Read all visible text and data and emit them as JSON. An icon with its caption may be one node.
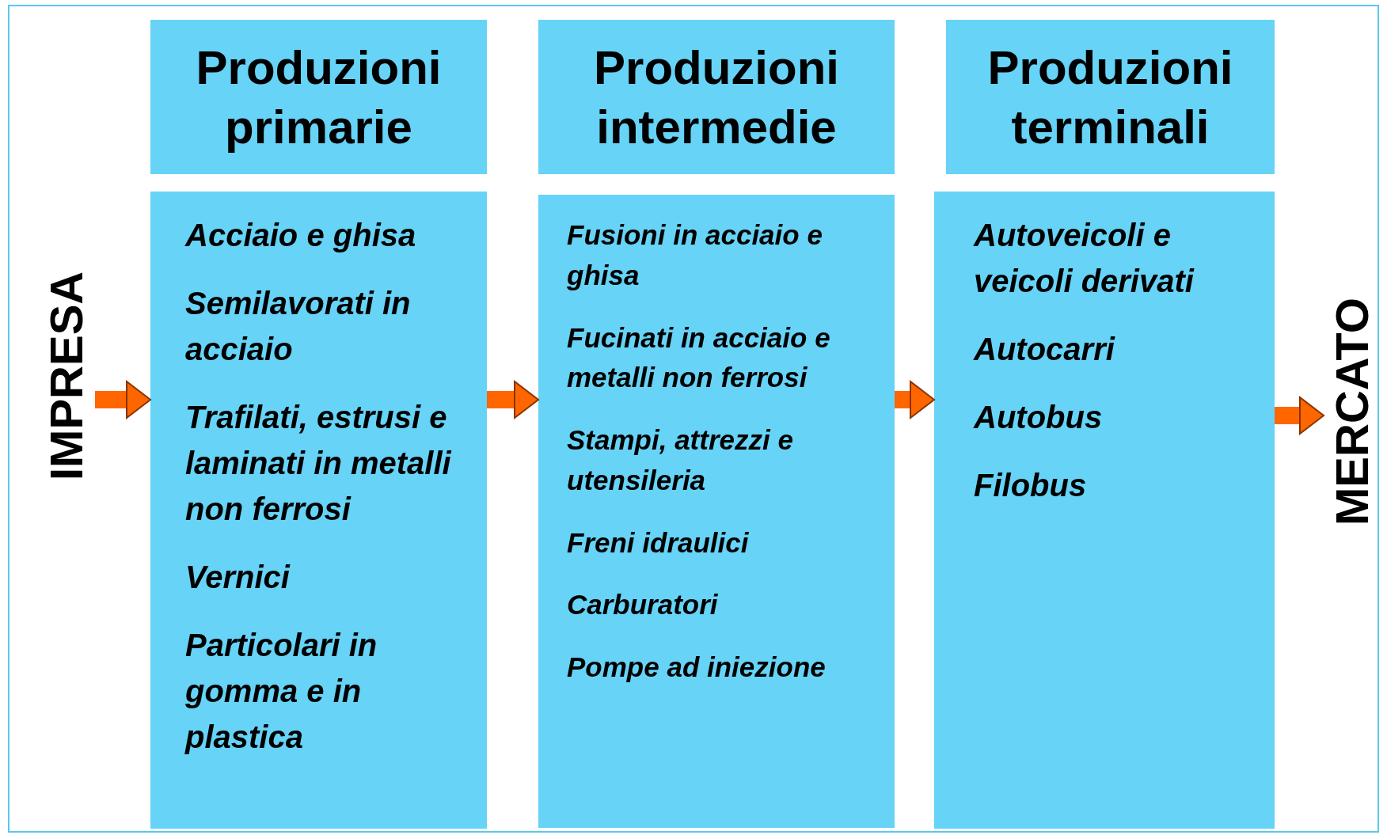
{
  "diagram": {
    "nodes": [
      {
        "text": [
          "IMPRESA"
        ]
      },
      {
        "text": [
          "Produzioni primarie"
        ]
      },
      {
        "text": [
          "Acciaio e ghisa",
          "Semilavorati in acciaio",
          "Trafilati, estrusi e laminati in metalli non ferrosi",
          "Vernici",
          "Particolari in gomma e in plastica"
        ]
      },
      {
        "text": [
          "Produzioni intermedie"
        ]
      },
      {
        "text": [
          "Fusioni in acciaio e ghisa",
          "Fucinati in acciaio e metalli non ferrosi",
          "Stampi, attrezzi e utensileria",
          "Freni idraulici",
          "Carburatori",
          "Pompe ad iniezione"
        ]
      },
      {
        "text": [
          "Produzioni terminali"
        ]
      },
      {
        "text": [
          "Autoveicoli e veicoli derivati",
          "Autocarri",
          "Autobus",
          "Filobus"
        ]
      },
      {
        "text": [
          "MERCATO"
        ]
      }
    ],
    "edges": [
      {
        "from": 0,
        "to": 2,
        "arrow": "to"
      },
      {
        "from": 2,
        "to": 4,
        "arrow": "to"
      },
      {
        "from": 4,
        "to": 6,
        "arrow": "to"
      },
      {
        "from": 6,
        "to": 7,
        "arrow": "to"
      }
    ]
  }
}
